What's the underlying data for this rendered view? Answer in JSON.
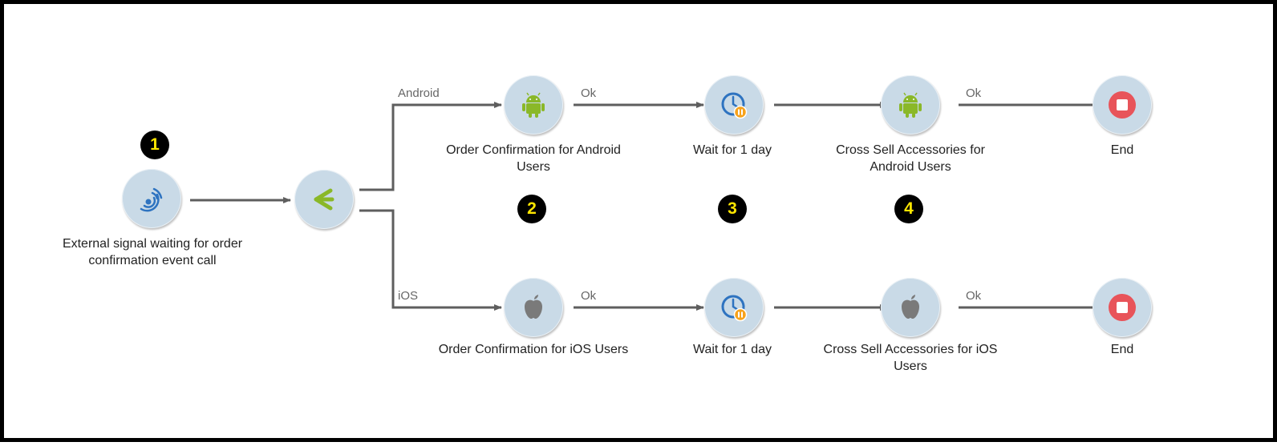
{
  "colors": {
    "node_fill": "#c9dae7",
    "connector": "#5e5e5e",
    "android_green": "#8ab828",
    "apple_gray": "#7a7a7a",
    "clock_blue": "#2e73c0",
    "pause_orange": "#f7a21b",
    "end_red": "#e8545a",
    "badge_bg": "#000000",
    "badge_text": "#ffe600"
  },
  "nodes": {
    "signal": {
      "icon": "signal-icon",
      "label": "External signal waiting for order\nconfirmation event call"
    },
    "split": {
      "icon": "split-icon"
    },
    "android_confirm": {
      "icon": "android-icon",
      "label": "Order Confirmation for Android\nUsers"
    },
    "android_wait": {
      "icon": "clock-pause-icon",
      "label": "Wait for 1 day"
    },
    "android_crosssell": {
      "icon": "android-icon",
      "label": "Cross Sell Accessories for\nAndroid Users"
    },
    "android_end": {
      "icon": "stop-icon",
      "label": "End"
    },
    "ios_confirm": {
      "icon": "apple-icon",
      "label": "Order Confirmation for iOS Users"
    },
    "ios_wait": {
      "icon": "clock-pause-icon",
      "label": "Wait for 1 day"
    },
    "ios_crosssell": {
      "icon": "apple-icon",
      "label": "Cross Sell Accessories for iOS\nUsers"
    },
    "ios_end": {
      "icon": "stop-icon",
      "label": "End"
    }
  },
  "edges": {
    "android_branch": "Android",
    "ios_branch": "iOS",
    "android_ok_1": "Ok",
    "android_ok_2": "Ok",
    "ios_ok_1": "Ok",
    "ios_ok_2": "Ok"
  },
  "badges": [
    "1",
    "2",
    "3",
    "4"
  ]
}
